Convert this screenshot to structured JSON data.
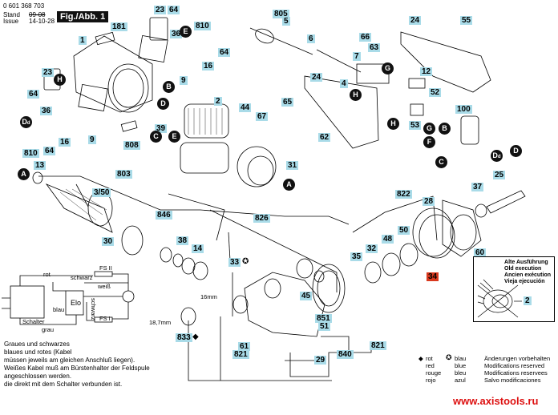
{
  "header": {
    "part_number": "0 601 368 703",
    "stand_label": "Stand",
    "issue_label": "Issue",
    "stand_date": "09-08",
    "issue_date": "14-10-28",
    "figure_title": "Fig./Abb. 1"
  },
  "parts": [
    {
      "id": "181"
    },
    {
      "id": "1"
    },
    {
      "id": "23"
    },
    {
      "id": "64"
    },
    {
      "id": "36"
    },
    {
      "id": "810"
    },
    {
      "id": "16"
    },
    {
      "id": "9"
    },
    {
      "id": "808"
    },
    {
      "id": "39"
    },
    {
      "id": "2"
    },
    {
      "id": "44"
    },
    {
      "id": "67"
    },
    {
      "id": "65"
    },
    {
      "id": "31"
    },
    {
      "id": "805"
    },
    {
      "id": "5"
    },
    {
      "id": "6"
    },
    {
      "id": "7"
    },
    {
      "id": "66"
    },
    {
      "id": "63"
    },
    {
      "id": "4"
    },
    {
      "id": "24"
    },
    {
      "id": "55"
    },
    {
      "id": "12"
    },
    {
      "id": "52"
    },
    {
      "id": "53"
    },
    {
      "id": "100"
    },
    {
      "id": "62"
    },
    {
      "id": "25"
    },
    {
      "id": "13"
    },
    {
      "id": "803"
    },
    {
      "id": "3/50"
    },
    {
      "id": "30"
    },
    {
      "id": "846"
    },
    {
      "id": "38"
    },
    {
      "id": "14"
    },
    {
      "id": "826"
    },
    {
      "id": "33"
    },
    {
      "id": "833"
    },
    {
      "id": "45"
    },
    {
      "id": "851"
    },
    {
      "id": "51"
    },
    {
      "id": "61"
    },
    {
      "id": "821"
    },
    {
      "id": "29"
    },
    {
      "id": "840"
    },
    {
      "id": "822"
    },
    {
      "id": "28"
    },
    {
      "id": "37"
    },
    {
      "id": "50"
    },
    {
      "id": "48"
    },
    {
      "id": "32"
    },
    {
      "id": "35"
    },
    {
      "id": "60"
    },
    {
      "id": "34"
    }
  ],
  "labels": {
    "l181": "181",
    "l1": "1",
    "l23a": "23",
    "l64a": "64",
    "l23b": "23",
    "l64b": "64",
    "l36a": "36",
    "l810a": "810",
    "l64c": "64",
    "l16a": "16",
    "l9a": "9",
    "l36b": "36",
    "l810b": "810",
    "l64d": "64",
    "l16b": "16",
    "l9b": "9",
    "l808": "808",
    "l39": "39",
    "l2": "2",
    "l44": "44",
    "l67": "67",
    "l65": "65",
    "l31": "31",
    "l805": "805",
    "l5": "5",
    "l6": "6",
    "l7": "7",
    "l66": "66",
    "l63": "63",
    "l4": "4",
    "l24a": "24",
    "l24b": "24",
    "l55": "55",
    "l12": "12",
    "l52": "52",
    "l53": "53",
    "l100": "100",
    "l62": "62",
    "l25": "25",
    "l13": "13",
    "l803": "803",
    "l350": "3/50",
    "l30": "30",
    "l846": "846",
    "l38": "38",
    "l14": "14",
    "l826": "826",
    "l33": "33",
    "l833": "833",
    "l45": "45",
    "l851": "851",
    "l51": "51",
    "l61": "61",
    "l821a": "821",
    "l821b": "821",
    "l29": "29",
    "l840": "840",
    "l822": "822",
    "l28": "28",
    "l37": "37",
    "l50": "50",
    "l48": "48",
    "l32": "32",
    "l35": "35",
    "l60": "60",
    "l34": "34",
    "l2b": "2"
  },
  "markers": {
    "A": "A",
    "B": "B",
    "C": "C",
    "D": "D",
    "Dd": "D",
    "Dd_sub": "d",
    "E": "E",
    "F": "F",
    "G": "G",
    "H": "H"
  },
  "dimensions": {
    "d16": "16mm",
    "d187": "18,7mm"
  },
  "wiring": {
    "rot": "rot",
    "schwarz": "schwarz",
    "fs2": "FS II",
    "weiss": "weiß",
    "elo": "Elo",
    "blau": "blau",
    "schalter": "Schalter",
    "grau": "grau",
    "schwarz_v": "schwarz",
    "fs1": "FS I"
  },
  "note": [
    "Graues und schwarzes",
    "blaues und rotes (Kabel",
    "müssen jeweils am gleichen Anschluß liegen).",
    "Weißes Kabel muß am Bürstenhalter der Feldspule",
    "angeschlossen werden.",
    "die direkt mit dem Schalter verbunden ist."
  ],
  "old_execution": [
    "Alte Ausführung",
    "Old execution",
    "Ancien exécution",
    "Vieja ejecución"
  ],
  "legend": {
    "red_col": [
      "rot",
      "red",
      "rouge",
      "rojo"
    ],
    "blue_col": [
      "blau",
      "blue",
      "bleu",
      "azul"
    ],
    "mods": [
      "Änderungen vorbehalten",
      "Modifications reserved",
      "Modifications reservees",
      "Salvo modificaciones"
    ]
  },
  "watermark": "www.axistools.ru",
  "colors": {
    "label_bg": "#a9dbe8",
    "highlight_label": "#d9391e",
    "watermark": "#dd1111"
  }
}
